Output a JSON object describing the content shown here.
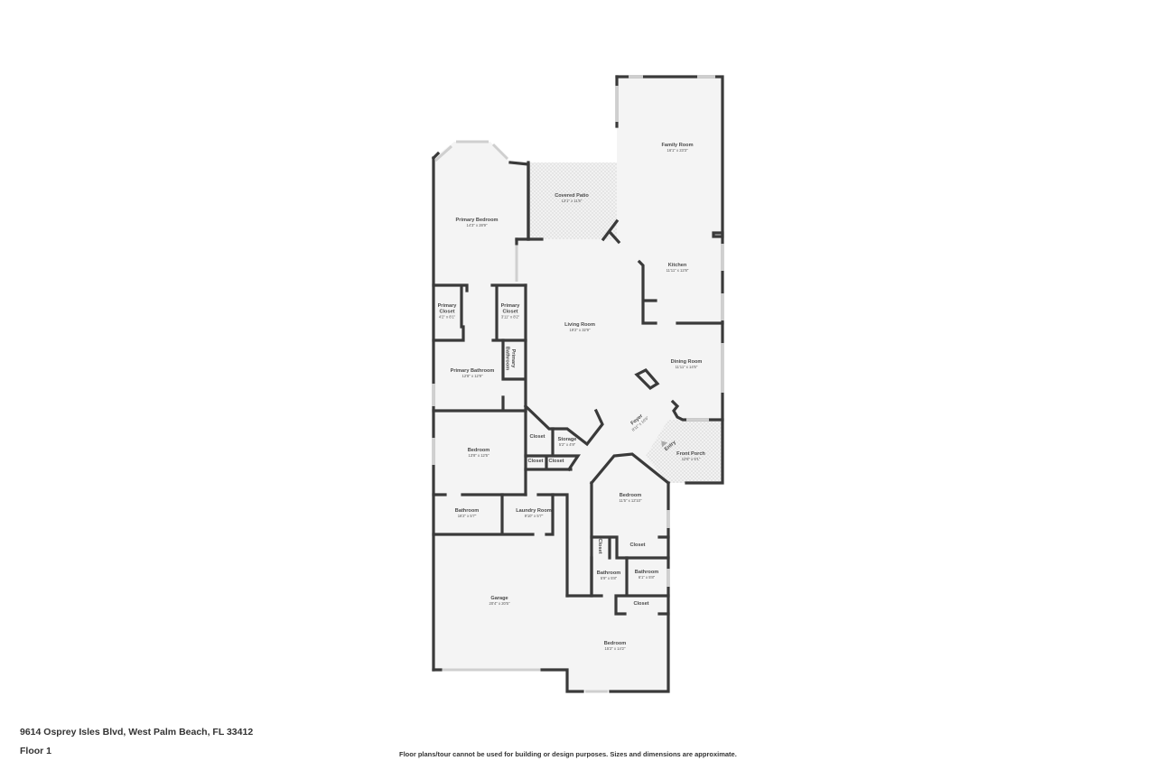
{
  "footer": {
    "address": "9614 Osprey Isles Blvd, West Palm Beach, FL 33412",
    "floor": "Floor 1",
    "disclaimer": "Floor plans/tour cannot be used for building or design purposes. Sizes and dimensions are approximate."
  },
  "colors": {
    "wall": "#3a3a3a",
    "floor": "#f4f4f4",
    "label": "#4a4a4a",
    "hatch": "#d8d8d8"
  },
  "rooms": [
    {
      "name": "Family Room",
      "dims": "16'1\" x 23'3\""
    },
    {
      "name": "Covered Patio",
      "dims": "13'1\" x 11'5\""
    },
    {
      "name": "Primary Bedroom",
      "dims": "14'3\" x 28'9\""
    },
    {
      "name": "Kitchen",
      "dims": "11'11\" x 12'8\""
    },
    {
      "name": "Primary Closet",
      "dims": "4'2\" x 8'1\""
    },
    {
      "name": "Primary Closet",
      "dims": "3'11\" x 8'2\""
    },
    {
      "name": "Living Room",
      "dims": "19'2\" x 32'9\""
    },
    {
      "name": "Primary Bathroom",
      "dims": ""
    },
    {
      "name": "Dining Room",
      "dims": "11'11\" x 14'5\""
    },
    {
      "name": "Primary Bathroom",
      "dims": "12'8\" x 12'9\""
    },
    {
      "name": "Foyer",
      "dims": "8'11\" x 10'6\""
    },
    {
      "name": "Closet",
      "dims": ""
    },
    {
      "name": "Storage",
      "dims": "5'2\" x 4'9\""
    },
    {
      "name": "Entry",
      "dims": ""
    },
    {
      "name": "Bedroom",
      "dims": "13'8\" x 12'5\""
    },
    {
      "name": "Front Porch",
      "dims": "12'8\" x 9'1\""
    },
    {
      "name": "Closet",
      "dims": ""
    },
    {
      "name": "Closet",
      "dims": ""
    },
    {
      "name": "Bedroom",
      "dims": "11'5\" x 12'10\""
    },
    {
      "name": "Bathroom",
      "dims": "16'2\" x 5'7\""
    },
    {
      "name": "Laundry Room",
      "dims": "9'10\" x 5'7\""
    },
    {
      "name": "Closet",
      "dims": ""
    },
    {
      "name": "Closet",
      "dims": ""
    },
    {
      "name": "Bathroom",
      "dims": "5'9\" x 5'8\""
    },
    {
      "name": "Bathroom",
      "dims": "6'1\" x 5'8\""
    },
    {
      "name": "Garage",
      "dims": "20'4\" x 20'5\""
    },
    {
      "name": "Closet",
      "dims": ""
    },
    {
      "name": "Bedroom",
      "dims": "15'2\" x 14'2\""
    }
  ]
}
